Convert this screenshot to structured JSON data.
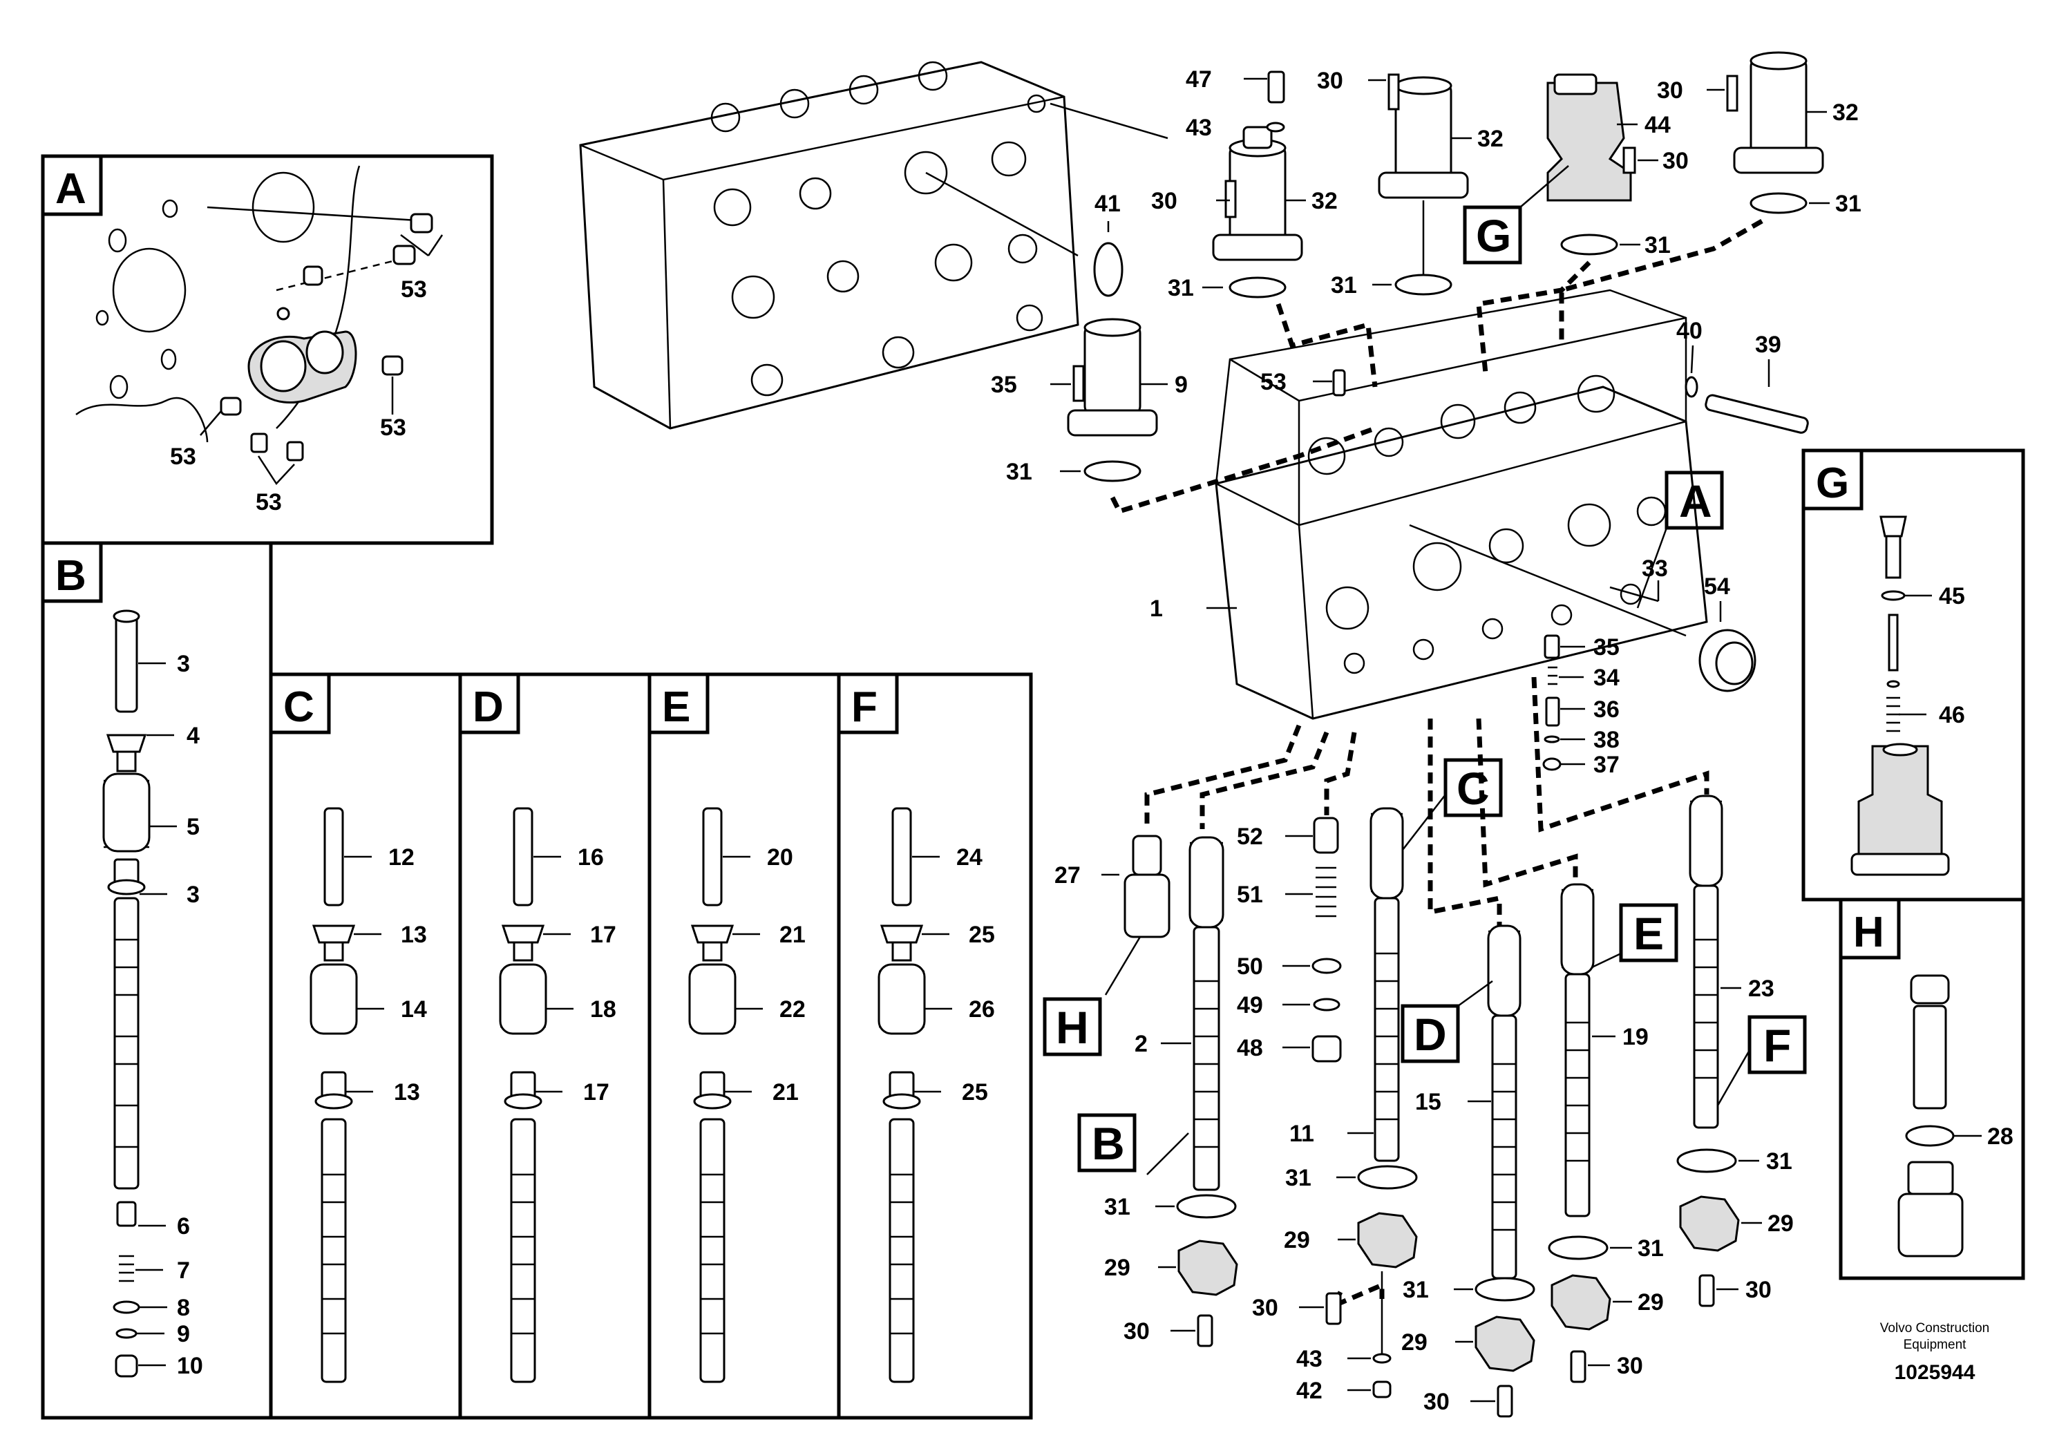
{
  "footer": {
    "company_line1": "Volvo Construction",
    "company_line2": "Equipment",
    "drawing_number": "1025944"
  },
  "boxes": {
    "A": "A",
    "B": "B",
    "C": "C",
    "D": "D",
    "E": "E",
    "F": "F",
    "G": "G",
    "H": "H"
  },
  "callouts": {
    "A": "A",
    "B": "B",
    "C": "C",
    "D": "D",
    "E": "E",
    "F": "F",
    "G": "G",
    "H": "H"
  },
  "labels": {
    "n1": "1",
    "n2": "2",
    "b3a": "3",
    "b4": "4",
    "b5": "5",
    "b3b": "3",
    "b6": "6",
    "b7": "7",
    "b8": "8",
    "b9": "9",
    "b10": "10",
    "c12": "12",
    "c13a": "13",
    "c14": "14",
    "c13b": "13",
    "d16": "16",
    "d17a": "17",
    "d18": "18",
    "d17b": "17",
    "e20": "20",
    "e21a": "21",
    "e22": "22",
    "e21b": "21",
    "f24": "24",
    "f25a": "25",
    "f26": "26",
    "f25b": "25",
    "a53a": "53",
    "a53b": "53",
    "a53c": "53",
    "a53d": "53",
    "g45": "45",
    "g46": "46",
    "h28": "28",
    "n47": "47",
    "n43top": "43",
    "n30a": "30",
    "n32a": "32",
    "n31a": "31",
    "n30b": "30",
    "n32b": "32",
    "n31b": "31",
    "n44": "44",
    "n30c": "30",
    "n31c": "31",
    "n30d": "30",
    "n32c": "32",
    "n31d": "31",
    "n41": "41",
    "n35top": "35",
    "n9": "9",
    "n31e": "31",
    "n53": "53",
    "n40": "40",
    "n39": "39",
    "n33": "33",
    "n54": "54",
    "n35": "35",
    "n34": "34",
    "n36": "36",
    "n38": "38",
    "n37": "37",
    "n27": "27",
    "n52": "52",
    "n51": "51",
    "n50": "50",
    "n49": "49",
    "n48": "48",
    "n11": "11",
    "n15": "15",
    "n19": "19",
    "n23": "23",
    "n31f": "31",
    "n31g": "31",
    "n31h": "31",
    "n31i": "31",
    "n31j": "31",
    "n29a": "29",
    "n29b": "29",
    "n29c": "29",
    "n29d": "29",
    "n29e": "29",
    "n30e": "30",
    "n30f": "30",
    "n30g": "30",
    "n30h": "30",
    "n30i": "30",
    "n43": "43",
    "n42": "42"
  },
  "icons": {
    "valve_block": "valve-block-illustration",
    "spool": "spool-illustration",
    "spring": "spring-illustration",
    "o_ring": "o-ring-illustration",
    "solenoid": "solenoid-valve-illustration"
  }
}
